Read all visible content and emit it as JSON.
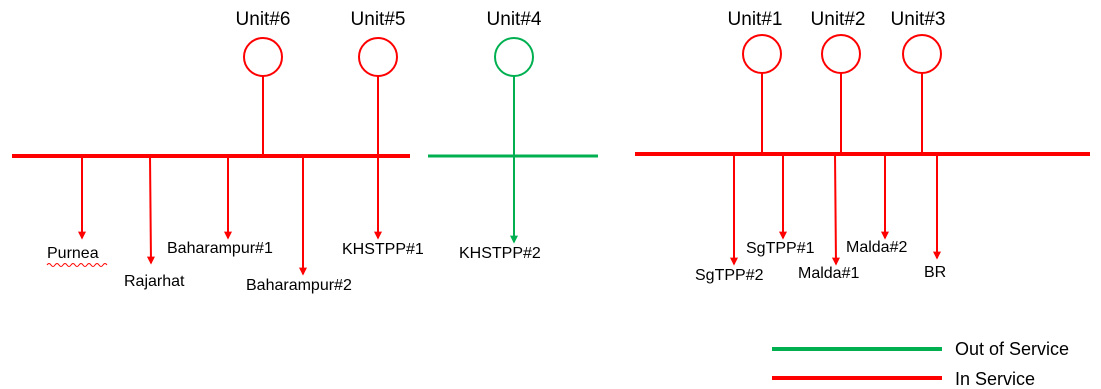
{
  "colors": {
    "in_service": "#ff0000",
    "out_of_service": "#00b050",
    "text": "#000000",
    "background": "#ffffff"
  },
  "left_bus": {
    "status": "in_service",
    "units": [
      {
        "label": "Unit#6",
        "status": "in_service"
      },
      {
        "label": "Unit#5",
        "status": "in_service"
      }
    ],
    "feeders": [
      {
        "label": "Purnea",
        "status": "in_service",
        "spellcheck_underline": true
      },
      {
        "label": "Rajarhat",
        "status": "in_service"
      },
      {
        "label": "Baharampur#1",
        "status": "in_service"
      },
      {
        "label": "Baharampur#2",
        "status": "in_service"
      },
      {
        "label": "KHSTPP#1",
        "status": "in_service"
      }
    ]
  },
  "middle_bus": {
    "status": "out_of_service",
    "units": [
      {
        "label": "Unit#4",
        "status": "out_of_service"
      }
    ],
    "feeders": [
      {
        "label": "KHSTPP#2",
        "status": "out_of_service"
      }
    ]
  },
  "right_bus": {
    "status": "in_service",
    "units": [
      {
        "label": "Unit#1",
        "status": "in_service"
      },
      {
        "label": "Unit#2",
        "status": "in_service"
      },
      {
        "label": "Unit#3",
        "status": "in_service"
      }
    ],
    "feeders": [
      {
        "label": "SgTPP#2",
        "status": "in_service"
      },
      {
        "label": "SgTPP#1",
        "status": "in_service"
      },
      {
        "label": "Malda#1",
        "status": "in_service"
      },
      {
        "label": "Malda#2",
        "status": "in_service"
      },
      {
        "label": "BR",
        "status": "in_service"
      }
    ]
  },
  "legend": [
    {
      "label": "Out of Service",
      "status": "out_of_service"
    },
    {
      "label": "In Service",
      "status": "in_service"
    }
  ]
}
